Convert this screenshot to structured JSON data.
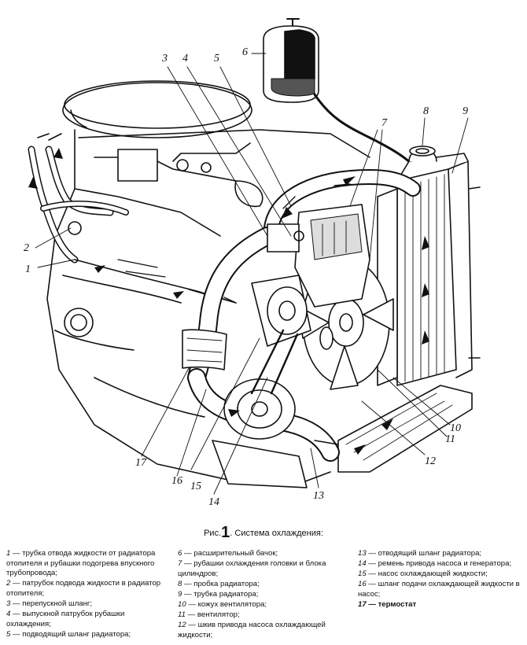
{
  "figure": {
    "caption_prefix": "Рис.",
    "caption_number": "1",
    "caption_text": ". Система охлаждения:",
    "callouts": [
      "1",
      "2",
      "3",
      "4",
      "5",
      "6",
      "7",
      "8",
      "9",
      "10",
      "11",
      "12",
      "13",
      "14",
      "15",
      "16",
      "17"
    ]
  },
  "legend": {
    "col1": [
      {
        "num": "1",
        "text": " — трубка отвода жидкости от радиатора отопителя и рубашки подогрева впускного трубопровода;"
      },
      {
        "num": "2",
        "text": " — патрубок подвода жидкости в радиатор отопителя;"
      },
      {
        "num": "3",
        "text": " — перепускной шланг;"
      },
      {
        "num": "4",
        "text": " — выпускной патрубок рубашки охлаждения;"
      },
      {
        "num": "5",
        "text": " — подводящий шланг радиатора;"
      }
    ],
    "col2": [
      {
        "num": "6",
        "text": " — расширительный бачок;"
      },
      {
        "num": "7",
        "text": " — рубашки охлаждения головки и блока цилиндров;"
      },
      {
        "num": "8",
        "text": " — пробка радиатора;"
      },
      {
        "num": "9",
        "text": " — трубка радиатора;"
      },
      {
        "num": "10",
        "text": " — кожух вентилятора;"
      },
      {
        "num": "11",
        "text": " — вентилятор;"
      },
      {
        "num": "12",
        "text": " — шкив привода насоса охлаждающей жидкости;"
      }
    ],
    "col3": [
      {
        "num": "13",
        "text": " — отводящий шланг радиатора;"
      },
      {
        "num": "14",
        "text": " — ремень привода насоса и генератора;"
      },
      {
        "num": "15",
        "text": " — насос охлаждающей жидкости;"
      },
      {
        "num": "16",
        "text": " — шланг подачи охлаждающей жидкости в насос;"
      },
      {
        "num": "17",
        "text": " — термостат"
      }
    ]
  }
}
